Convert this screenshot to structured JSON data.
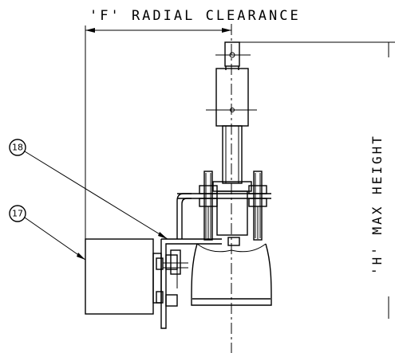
{
  "labels": {
    "radial_clearance": "'F' RADIAL CLEARANCE",
    "max_height": "'H' MAX HEIGHT"
  },
  "balloons": [
    {
      "number": "18"
    },
    {
      "number": "17"
    }
  ]
}
